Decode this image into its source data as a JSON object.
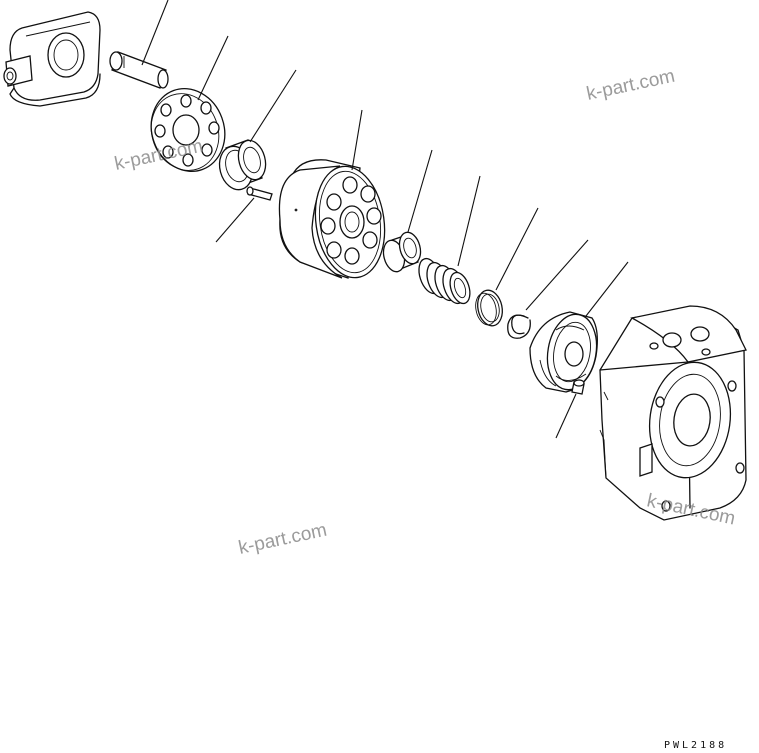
{
  "watermarks": [
    "k-part.com",
    "k-part.com",
    "k-part.com",
    "k-part.com"
  ],
  "drawing_code": "PWL2188"
}
